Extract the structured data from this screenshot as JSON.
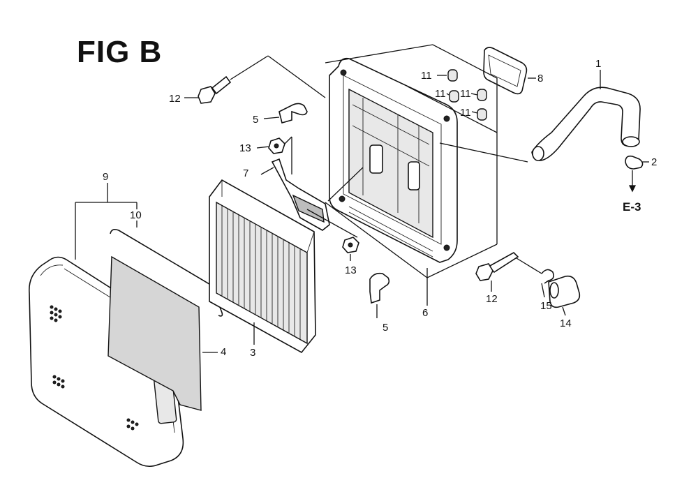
{
  "figure_title": "FIG B",
  "reference": "E-3",
  "callouts": {
    "c1": "1",
    "c2": "2",
    "c3": "3",
    "c4": "4",
    "c5a": "5",
    "c5b": "5",
    "c6": "6",
    "c7": "7",
    "c8": "8",
    "c9": "9",
    "c10": "10",
    "c11a": "11",
    "c11b": "11",
    "c11c": "11",
    "c11d": "11",
    "c12a": "12",
    "c12b": "12",
    "c13a": "13",
    "c13b": "13",
    "c14": "14",
    "c15": "15"
  }
}
